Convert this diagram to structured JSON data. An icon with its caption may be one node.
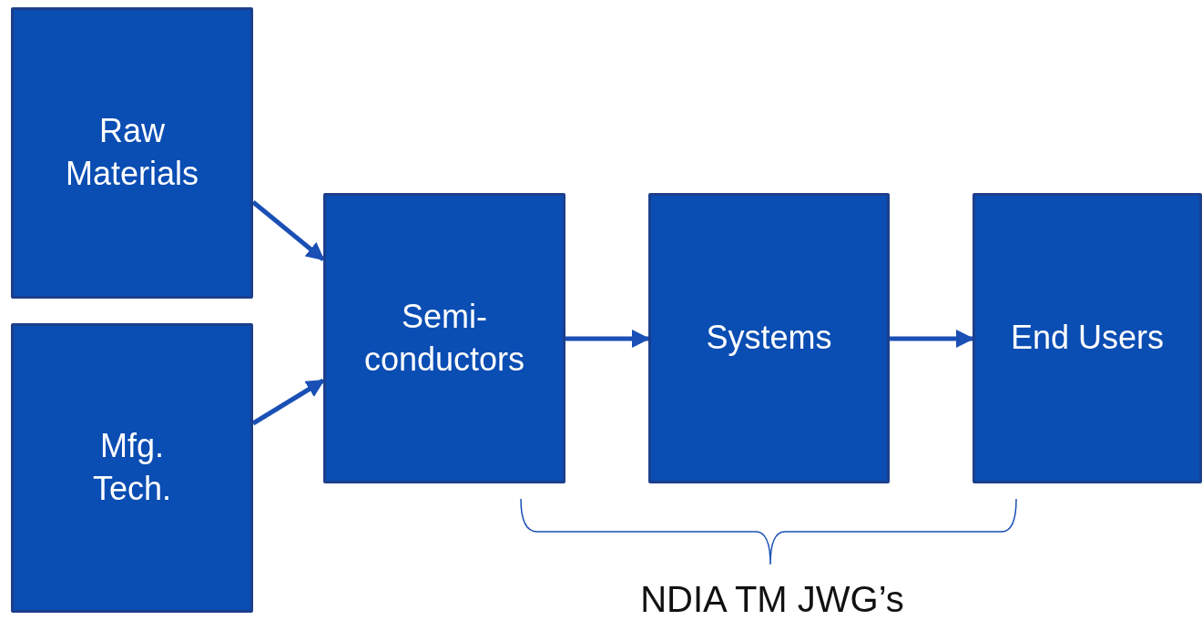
{
  "diagram": {
    "nodes": [
      {
        "text": [
          "Raw Materials"
        ]
      },
      {
        "text": [
          "Mfg. Tech."
        ]
      },
      {
        "text": [
          "Semi- conductors"
        ]
      },
      {
        "text": [
          "Systems"
        ]
      },
      {
        "text": [
          "End Users"
        ]
      }
    ],
    "edges": [
      {
        "from": 0,
        "to": 2,
        "arrow": "to"
      },
      {
        "from": 1,
        "to": 2,
        "arrow": "to"
      },
      {
        "from": 2,
        "to": 3,
        "arrow": "to"
      },
      {
        "from": 3,
        "to": 4,
        "arrow": "to"
      }
    ],
    "labels": [
      "NDIA TM JWG’s"
    ]
  }
}
